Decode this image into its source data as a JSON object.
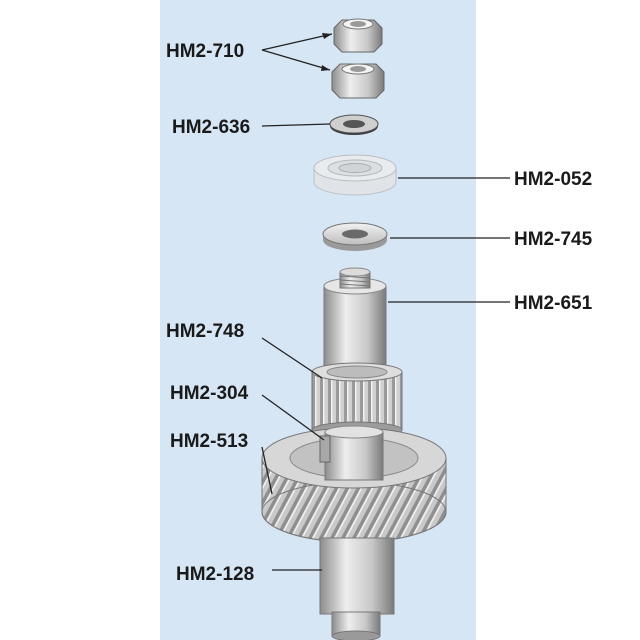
{
  "labels": {
    "hm2_710": "HM2-710",
    "hm2_636": "HM2-636",
    "hm2_052": "HM2-052",
    "hm2_745": "HM2-745",
    "hm2_651": "HM2-651",
    "hm2_748": "HM2-748",
    "hm2_304": "HM2-304",
    "hm2_513": "HM2-513",
    "hm2_128": "HM2-128"
  },
  "colors": {
    "panel": "#d6e6f5",
    "leader": "#222222",
    "metal_light": "#e8e8e8",
    "metal_mid": "#c4c4c4",
    "metal_dark": "#8c8c8c"
  }
}
